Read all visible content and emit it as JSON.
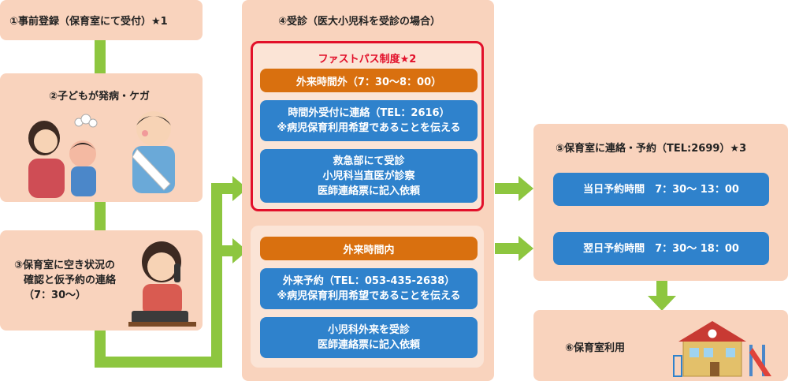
{
  "steps": {
    "step1": {
      "label": "①事前登録（保育室にて受付）★1"
    },
    "step2": {
      "label": "②子どもが発病・ケガ"
    },
    "step3": {
      "line1": "③保育室に空き状況の",
      "line2": "確認と仮予約の連絡",
      "line3": "（7：30～）"
    },
    "step4": {
      "title": "④受診（医大小児科を受診の場合）",
      "fastpass": {
        "title": "ファストパス制度★2",
        "hours": "外来時間外（7：30～8：00）",
        "contact": {
          "line1": "時間外受付に連絡（TEL：2616）",
          "line2": "※病児保育利用希望であることを伝える"
        },
        "er": {
          "line1": "救急部にて受診",
          "line2": "小児科当直医が診察",
          "line3": "医師連絡票に記入依頼"
        }
      },
      "regular": {
        "hours": "外来時間内",
        "reserve": {
          "line1": "外来予約（TEL：053-435-2638）",
          "line2": "※病児保育利用希望であることを伝える"
        },
        "visit": {
          "line1": "小児科外来を受診",
          "line2": "医師連絡票に記入依頼"
        }
      }
    },
    "step5": {
      "title": "⑤保育室に連絡・予約（TEL:2699）★3",
      "sameday": "当日予約時間　7：30～ 13：00",
      "nextday": "翌日予約時間　7：30～ 18：00"
    },
    "step6": {
      "label": "⑥保育室利用"
    }
  },
  "colors": {
    "panel": "#f9d3bd",
    "inner_panel": "#fbe4d6",
    "blue_button": "#2f82cc",
    "orange_button": "#d9700f",
    "red_border": "#e2102a",
    "arrow_green": "#8dc63f"
  },
  "icons": [
    "sick-child-illustration",
    "injured-child-illustration",
    "mother-phone-illustration",
    "nursery-building-illustration"
  ]
}
